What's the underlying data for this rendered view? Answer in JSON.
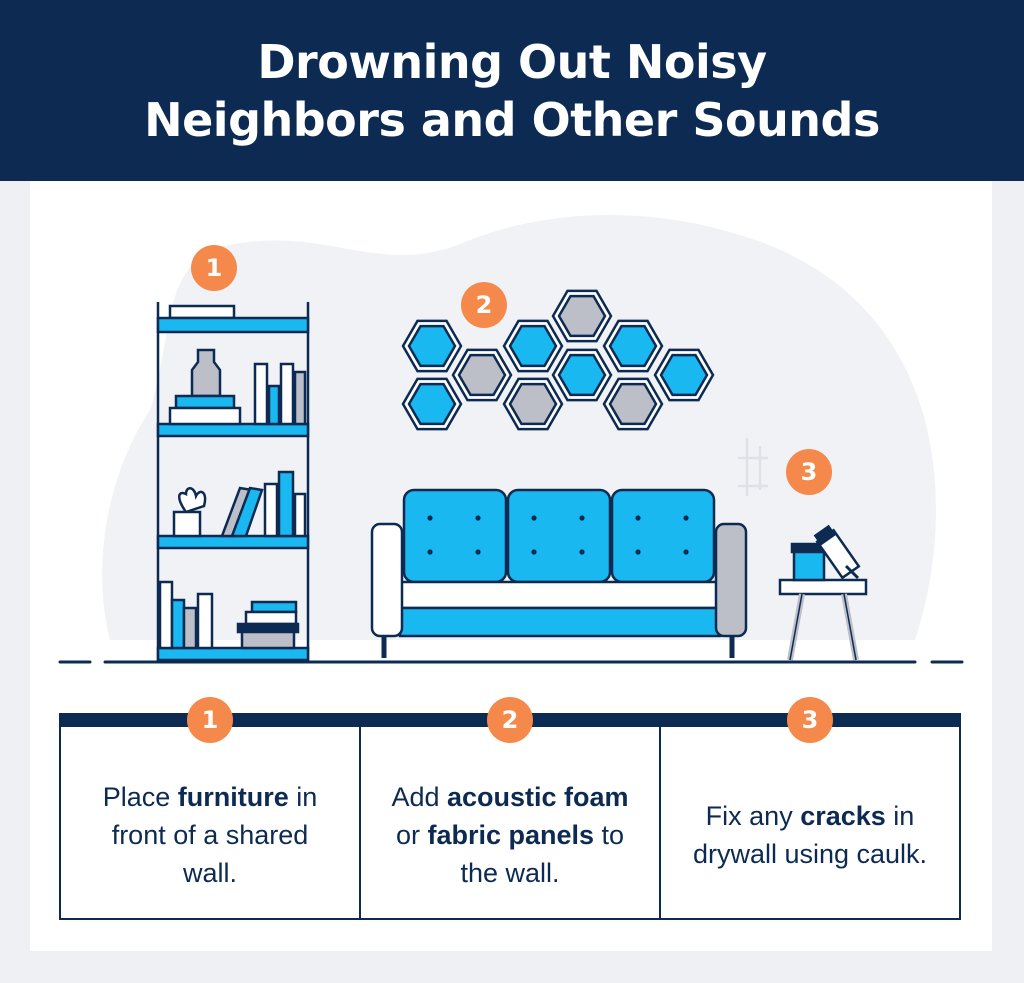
{
  "title_line1": "Drowning Out Noisy",
  "title_line2": "Neighbors and Other Sounds",
  "colors": {
    "navy": "#0d2b52",
    "blue": "#1ab8f0",
    "gray": "#bdbfc8",
    "orange": "#f5894b",
    "blob": "#f1f2f5"
  },
  "markers": [
    "1",
    "2",
    "3"
  ],
  "steps": [
    {
      "number": "1",
      "parts": [
        {
          "text": "Place ",
          "bold": false
        },
        {
          "text": "furniture",
          "bold": true
        },
        {
          "text": " in front of a shared wall.",
          "bold": false
        }
      ]
    },
    {
      "number": "2",
      "parts": [
        {
          "text": "Add ",
          "bold": false
        },
        {
          "text": "acoustic foam",
          "bold": true
        },
        {
          "text": " or ",
          "bold": false
        },
        {
          "text": "fabric panels",
          "bold": true
        },
        {
          "text": " to the wall.",
          "bold": false
        }
      ]
    },
    {
      "number": "3",
      "parts": [
        {
          "text": "Fix any ",
          "bold": false
        },
        {
          "text": "cracks",
          "bold": true
        },
        {
          "text": " in drywall using caulk.",
          "bold": false
        }
      ]
    }
  ]
}
